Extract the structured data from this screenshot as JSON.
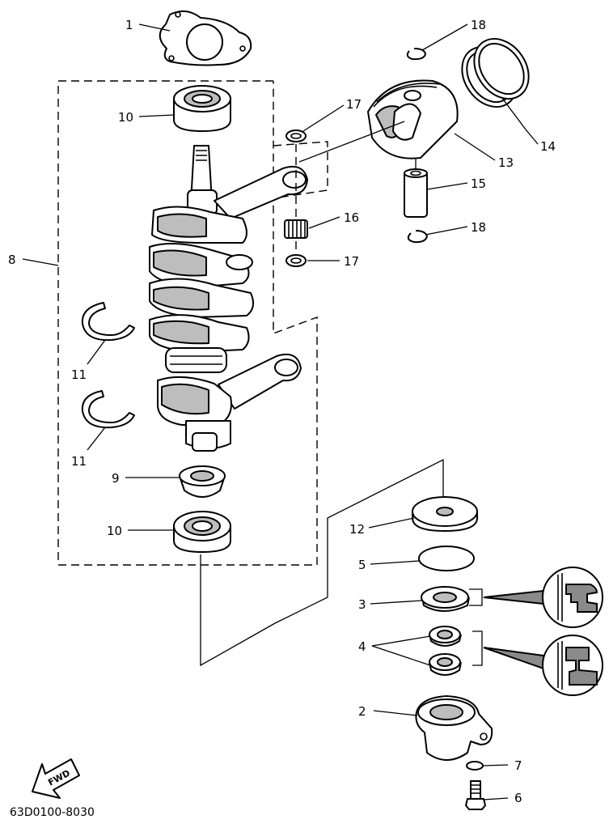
{
  "diagram": {
    "code": "63D0100-8030",
    "fwd_label": "FWD",
    "callouts": [
      {
        "id": "c1",
        "text": "1"
      },
      {
        "id": "c10a",
        "text": "10"
      },
      {
        "id": "c8",
        "text": "8"
      },
      {
        "id": "c11a",
        "text": "11"
      },
      {
        "id": "c11b",
        "text": "11"
      },
      {
        "id": "c9",
        "text": "9"
      },
      {
        "id": "c10b",
        "text": "10"
      },
      {
        "id": "c17a",
        "text": "17"
      },
      {
        "id": "c16",
        "text": "16"
      },
      {
        "id": "c17b",
        "text": "17"
      },
      {
        "id": "c18a",
        "text": "18"
      },
      {
        "id": "c14",
        "text": "14"
      },
      {
        "id": "c13",
        "text": "13"
      },
      {
        "id": "c15",
        "text": "15"
      },
      {
        "id": "c18b",
        "text": "18"
      },
      {
        "id": "c12",
        "text": "12"
      },
      {
        "id": "c5",
        "text": "5"
      },
      {
        "id": "c3",
        "text": "3"
      },
      {
        "id": "c4",
        "text": "4"
      },
      {
        "id": "c2",
        "text": "2"
      },
      {
        "id": "c7",
        "text": "7"
      },
      {
        "id": "c6",
        "text": "6"
      }
    ]
  }
}
